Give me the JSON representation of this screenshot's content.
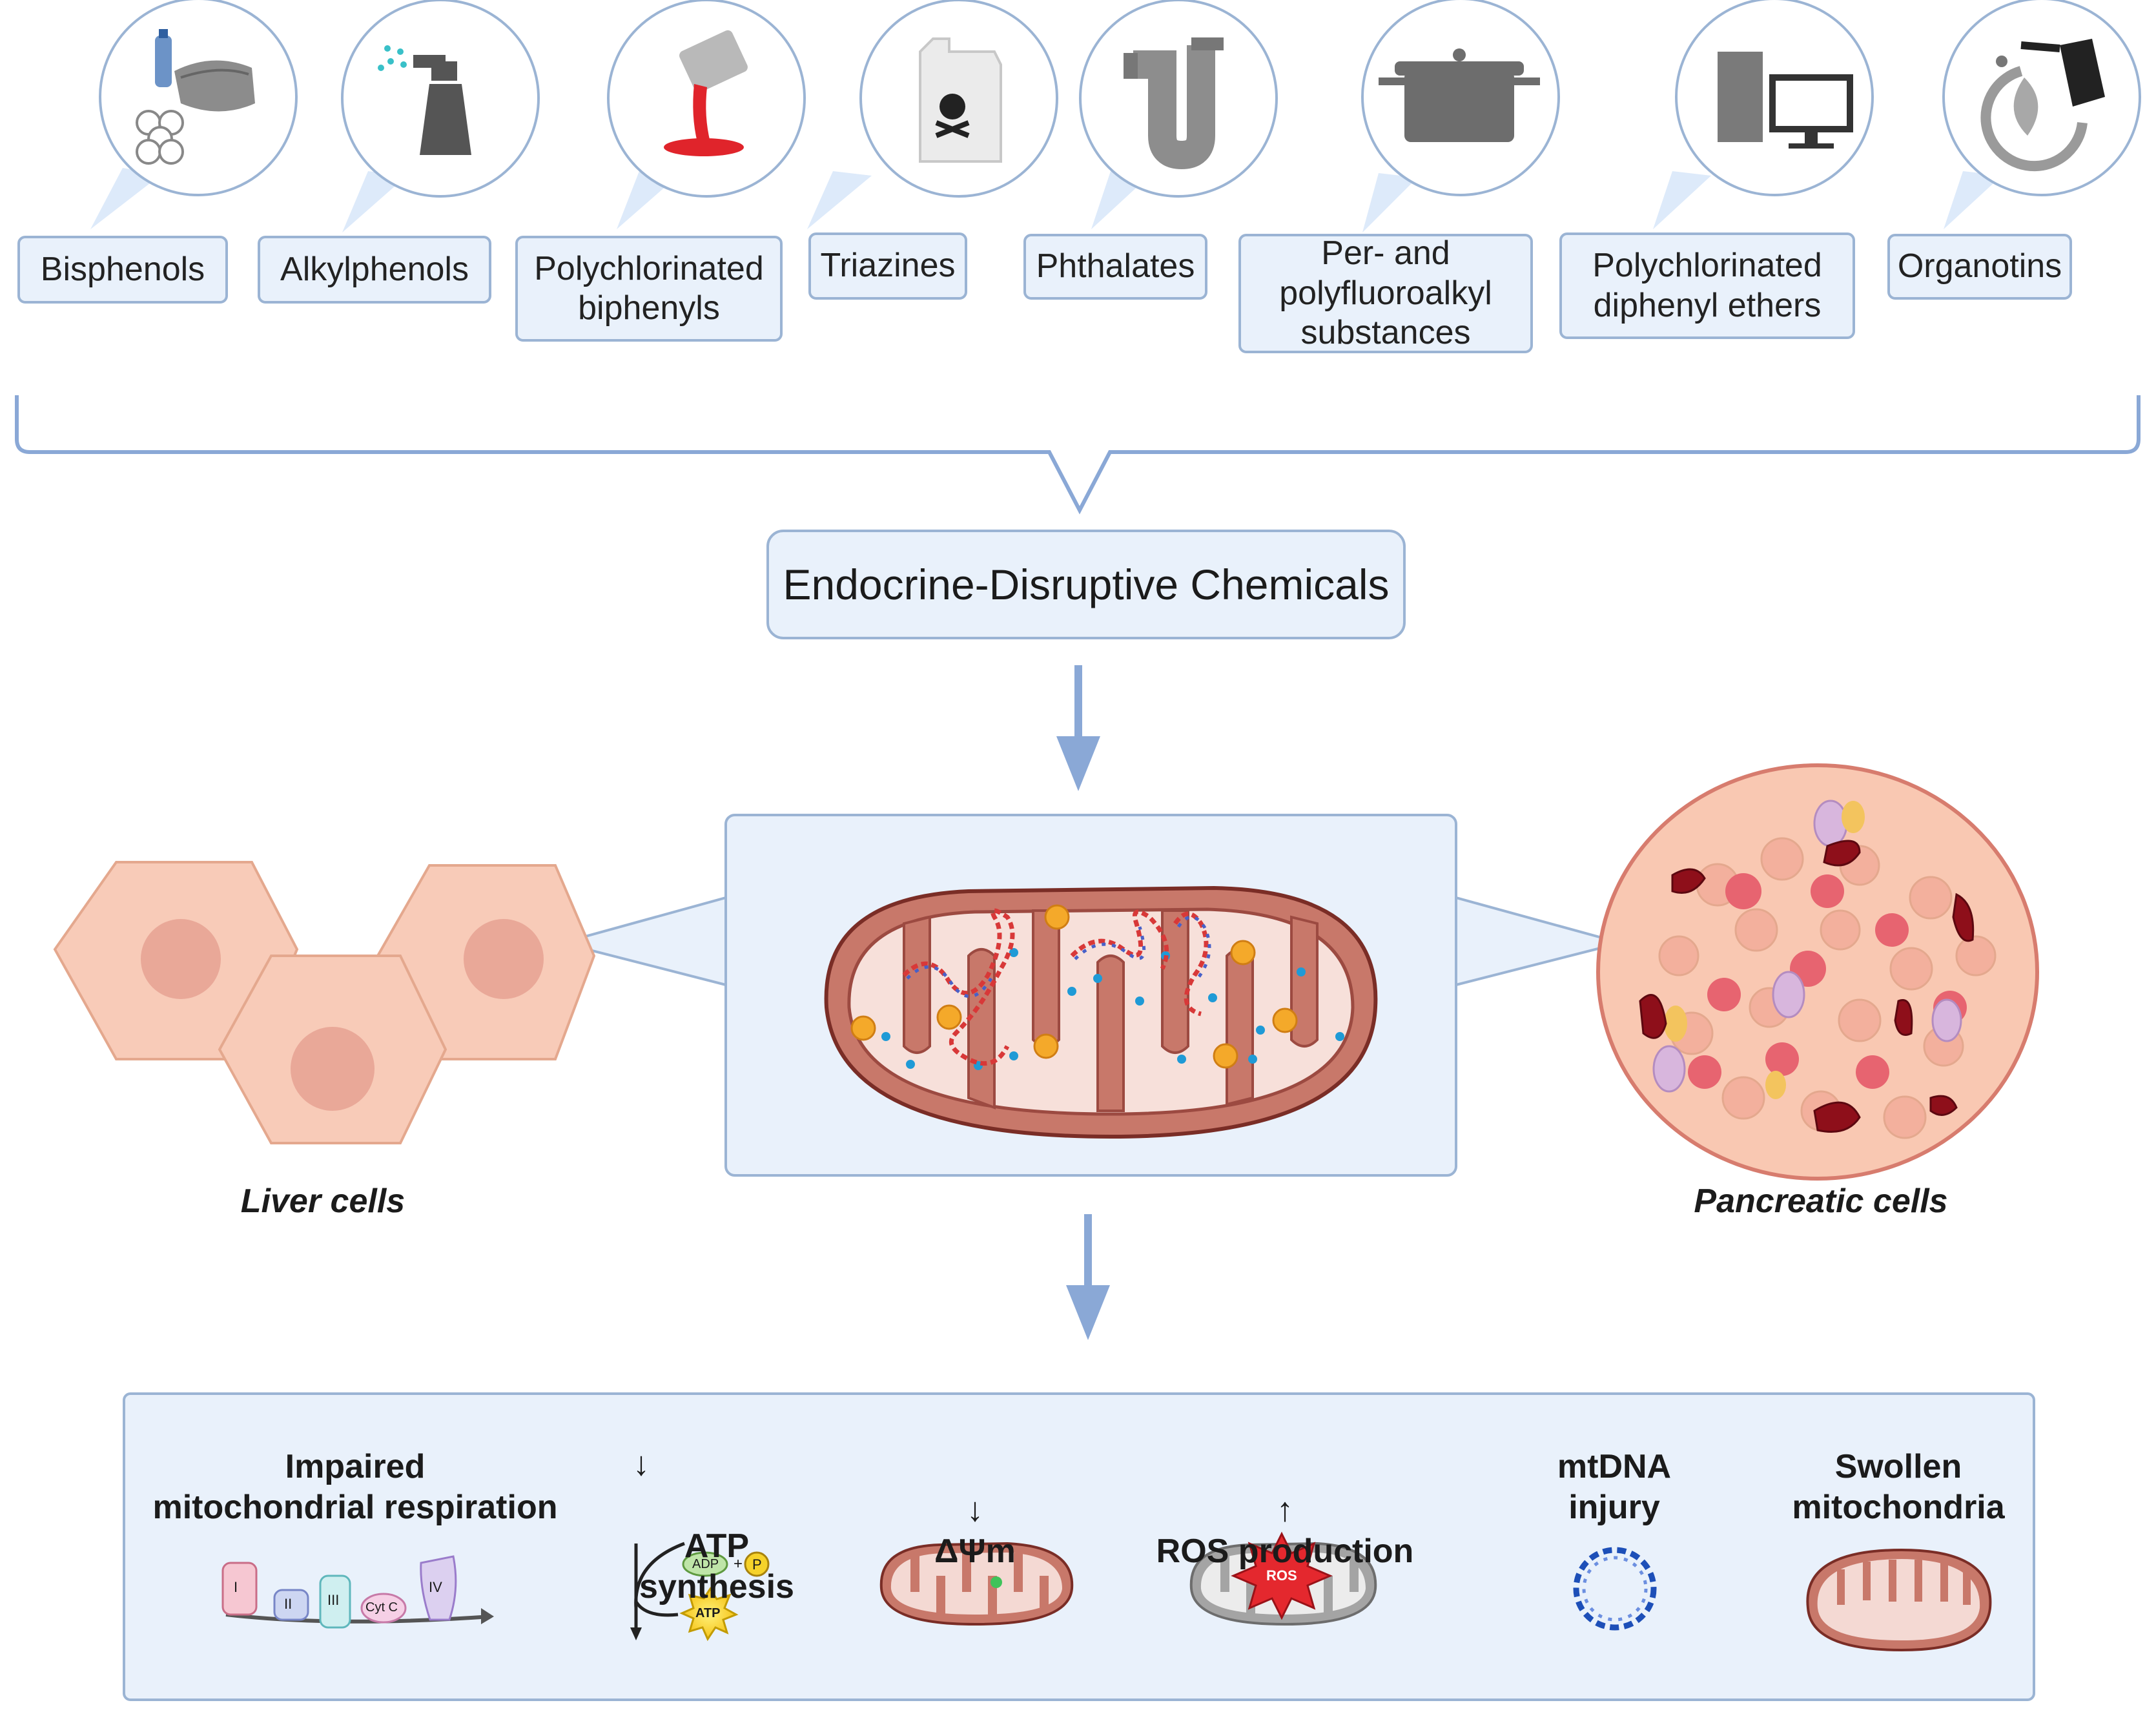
{
  "sources": [
    {
      "label": "Bisphenols",
      "icon": "bottles-and-mask-icon"
    },
    {
      "label": "Alkylphenols",
      "icon": "spray-bottle-icon"
    },
    {
      "label": "Polychlorinated\nbiphenyls",
      "icon": "paint-can-icon"
    },
    {
      "label": "Triazines",
      "icon": "poison-jug-icon"
    },
    {
      "label": "Phthalates",
      "icon": "pipe-icon"
    },
    {
      "label": "Per- and\npolyfluoroalkyl\nsubstances",
      "icon": "cooking-pot-icon"
    },
    {
      "label": "Polychlorinated\ndiphenyl ethers",
      "icon": "computer-icon"
    },
    {
      "label": "Organotins",
      "icon": "fuel-leaf-icon"
    }
  ],
  "center_label": "Endocrine-Disruptive Chemicals",
  "left_caption": "Liver cells",
  "right_caption": "Pancreatic cells",
  "effects": [
    {
      "label": "Impaired\nmitochondrial respiration"
    },
    {
      "label": "ATP\nsynthesis",
      "arrow": "↓"
    },
    {
      "label": "ΔΨm",
      "arrow": "↓"
    },
    {
      "label": "ROS production",
      "arrow": "↑"
    },
    {
      "label": "mtDNA\ninjury"
    },
    {
      "label": "Swollen\nmitochondria"
    }
  ],
  "etc_complexes": [
    "I",
    "II",
    "III",
    "Cyt C",
    "IV"
  ],
  "atp_labels": {
    "adp": "ADP",
    "plus": "+",
    "p": "P",
    "atp": "ATP"
  },
  "ros_label": "ROS",
  "colors": {
    "box_fill": "#e9f1fb",
    "box_border": "#9bb4d4",
    "arrow": "#8aa8d6",
    "mito": "#c8786a",
    "liver": "#f8cbb8"
  }
}
